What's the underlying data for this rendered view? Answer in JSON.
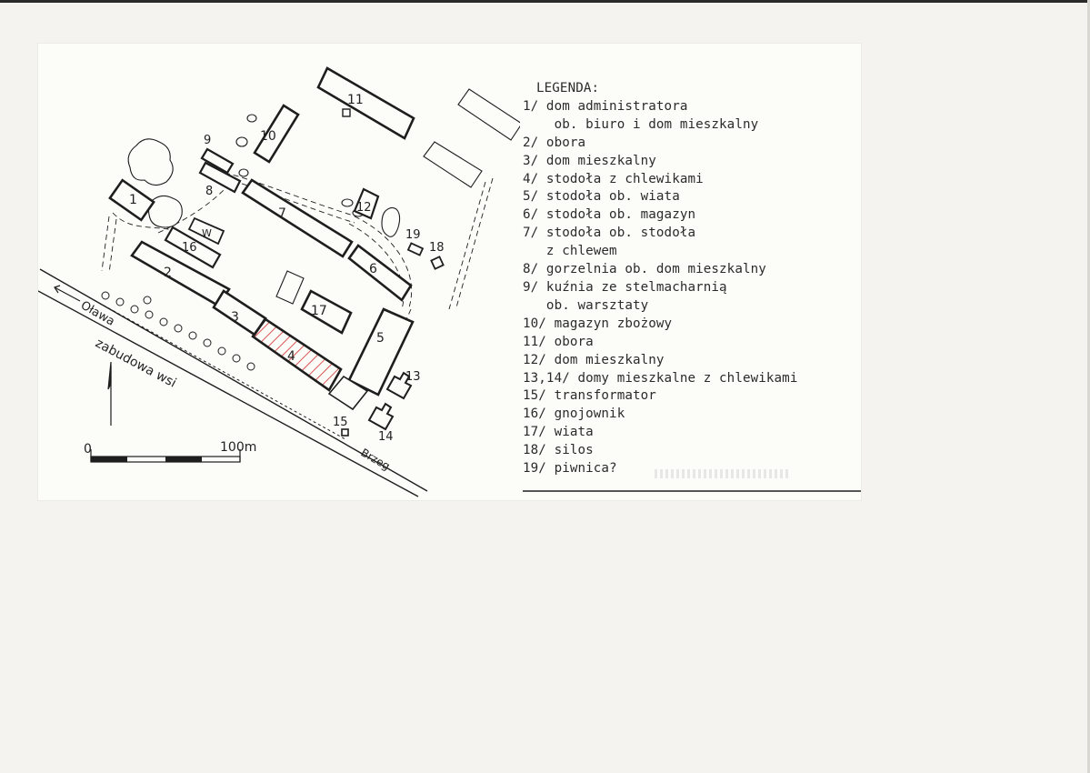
{
  "map": {
    "buildings": [
      {
        "label": "1"
      },
      {
        "label": "2"
      },
      {
        "label": "3"
      },
      {
        "label": "4"
      },
      {
        "label": "5"
      },
      {
        "label": "6"
      },
      {
        "label": "7"
      },
      {
        "label": "8"
      },
      {
        "label": "9"
      },
      {
        "label": "10"
      },
      {
        "label": "11"
      },
      {
        "label": "12"
      },
      {
        "label": "13"
      },
      {
        "label": "14"
      },
      {
        "label": "15"
      },
      {
        "label": "16"
      },
      {
        "label": "17"
      },
      {
        "label": "18"
      },
      {
        "label": "19"
      },
      {
        "label": "W"
      }
    ],
    "road_labels": {
      "river": "Oława",
      "village": "zabudowa wsi",
      "brzeg": "Brzeg"
    },
    "scale": {
      "start": "0",
      "end": "100m"
    },
    "highlight_color": "#d22a2a",
    "line_color": "#1e1e1e"
  },
  "legend": {
    "title": "LEGENDA:",
    "lines": [
      "1/ dom administratora",
      "    ob. biuro i dom mieszkalny",
      "2/ obora",
      "3/ dom mieszkalny",
      "4/ stodoła z chlewikami",
      "5/ stodoła ob. wiata",
      "6/ stodoła ob. magazyn",
      "7/ stodoła ob. stodoła",
      "   z chlewem",
      "8/ gorzelnia ob. dom mieszkalny",
      "9/ kuźnia ze stelmacharnią",
      "   ob. warsztaty",
      "10/ magazyn zbożowy",
      "11/ obora",
      "12/ dom mieszkalny",
      "13,14/ domy mieszkalne z chlewikami",
      "15/ transformator",
      "16/ gnojownik",
      "17/ wiata",
      "18/ silos",
      "19/ piwnica?"
    ]
  }
}
